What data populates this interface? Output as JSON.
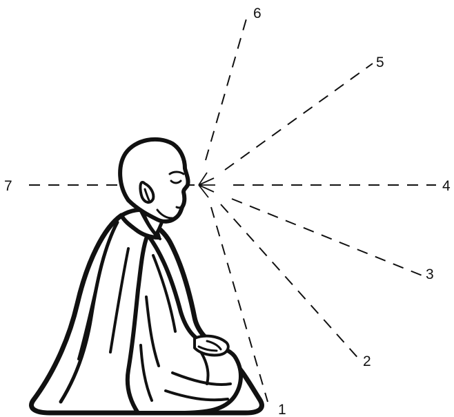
{
  "diagram": {
    "rays": [
      {
        "id": "1",
        "label": "1",
        "angle_deg": 75
      },
      {
        "id": "2",
        "label": "2",
        "angle_deg": 49
      },
      {
        "id": "3",
        "label": "3",
        "angle_deg": 22
      },
      {
        "id": "4",
        "label": "4",
        "angle_deg": 0
      },
      {
        "id": "5",
        "label": "5",
        "angle_deg": -35
      },
      {
        "id": "6",
        "label": "6",
        "angle_deg": -73
      },
      {
        "id": "7",
        "label": "7",
        "angle_deg": 180
      }
    ]
  },
  "figure": {
    "subject": "seated-meditating-monk-icon"
  },
  "colors": {
    "ink": "#111111",
    "background": "#ffffff"
  }
}
